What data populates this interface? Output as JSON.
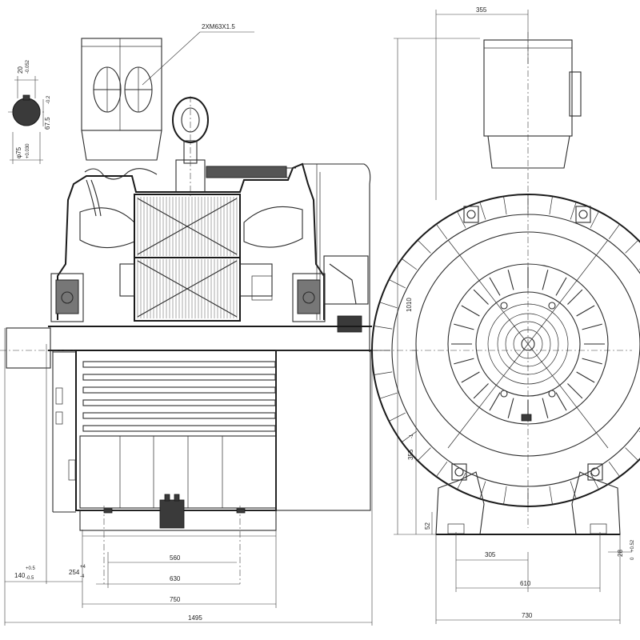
{
  "labels": {
    "thread": "2XM63X1.5",
    "shaft_tol_top": "20",
    "shaft_tol_top_dev": "-0.052",
    "shaft_key_dim": "67.5",
    "shaft_key_dev": "-0.2",
    "shaft_dia": "φ75",
    "shaft_dia_dev": "+0.030",
    "height_total": "1010",
    "width_top": "355",
    "center_height": "355",
    "center_height_dev": "-1",
    "foot_height": "52",
    "d_560": "560",
    "d_630": "630",
    "d_750": "750",
    "d_1495": "1495",
    "d_140": "140",
    "d_140_dev_top": "+0.5",
    "d_140_dev_bot": "-0.5",
    "d_254": "254",
    "d_254_dev_top": "+4",
    "d_254_dev_bot": "-4",
    "d_305": "305",
    "d_610": "610",
    "d_730": "730",
    "d_28": "28",
    "d_052": "+0.52",
    "d_0": "0"
  }
}
